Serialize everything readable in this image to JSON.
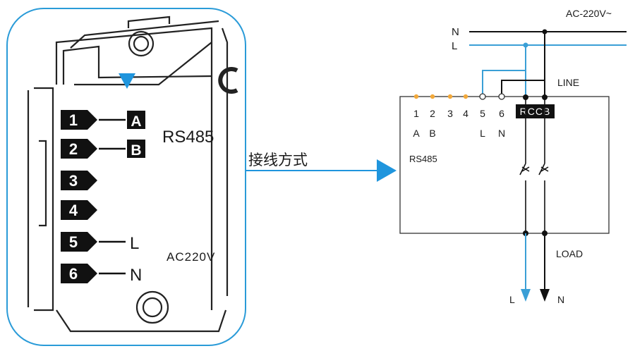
{
  "device": {
    "terminals": [
      "1",
      "2",
      "3",
      "4",
      "5",
      "6"
    ],
    "line_letters": [
      "A",
      "B",
      "",
      "",
      "L",
      "N"
    ],
    "protocol_label": "RS485",
    "power_label": "AC220V"
  },
  "connection_label": "接线方式",
  "wiring": {
    "supply_label": "AC-220V~",
    "n_label": "N",
    "l_label": "L",
    "line_label": "LINE",
    "load_label": "LOAD",
    "terminal_numbers": [
      "1",
      "2",
      "3",
      "4",
      "5",
      "6"
    ],
    "terminal_letters": [
      "A",
      "B",
      "",
      "",
      "L",
      "N"
    ],
    "box_protocol_label": "RS485",
    "breaker_label": "RCCB",
    "out_l_label": "L",
    "out_n_label": "N"
  },
  "colors": {
    "live": "#3a9fd6",
    "neutral": "#111111",
    "accent_arrow": "#1f95dd",
    "terminal_dot": "#f2a93b",
    "device_outline": "#2a9bd8"
  }
}
